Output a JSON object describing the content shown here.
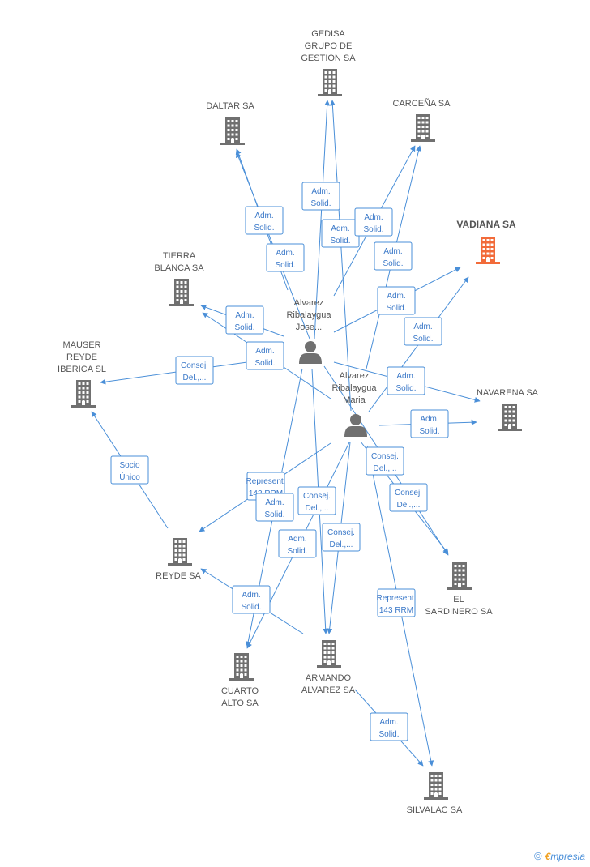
{
  "colors": {
    "edge": "#4a8fd8",
    "building": "#707070",
    "building_highlight": "#f26b3a",
    "person": "#707070"
  },
  "nodes": [
    {
      "id": "gedisa",
      "type": "company",
      "lines": [
        "GEDISA",
        "GRUPO DE",
        "GESTION SA"
      ],
      "highlight": false
    },
    {
      "id": "daltar",
      "type": "company",
      "lines": [
        "DALTAR SA"
      ],
      "highlight": false
    },
    {
      "id": "carcena",
      "type": "company",
      "lines": [
        "CARCEÑA SA"
      ],
      "highlight": false
    },
    {
      "id": "vadiana",
      "type": "company",
      "lines": [
        "VADIANA SA"
      ],
      "highlight": true
    },
    {
      "id": "tierra",
      "type": "company",
      "lines": [
        "TIERRA",
        "BLANCA SA"
      ],
      "highlight": false
    },
    {
      "id": "mauser",
      "type": "company",
      "lines": [
        "MAUSER",
        "REYDE",
        "IBERICA SL"
      ],
      "highlight": false
    },
    {
      "id": "navarena",
      "type": "company",
      "lines": [
        "NAVARENA SA"
      ],
      "highlight": false
    },
    {
      "id": "sardinero",
      "type": "company",
      "lines": [
        "EL",
        "SARDINERO SA"
      ],
      "highlight": false
    },
    {
      "id": "reyde",
      "type": "company",
      "lines": [
        "REYDE SA"
      ],
      "highlight": false
    },
    {
      "id": "cuarto",
      "type": "company",
      "lines": [
        "CUARTO",
        "ALTO SA"
      ],
      "highlight": false
    },
    {
      "id": "armando",
      "type": "company",
      "lines": [
        "ARMANDO",
        "ALVAREZ SA"
      ],
      "highlight": false
    },
    {
      "id": "silvalac",
      "type": "company",
      "lines": [
        "SILVALAC SA"
      ],
      "highlight": false
    },
    {
      "id": "jose",
      "type": "person",
      "lines": [
        "Alvarez",
        "Ribalaygua",
        "Jose..."
      ],
      "highlight": false
    },
    {
      "id": "maria",
      "type": "person",
      "lines": [
        "Alvarez",
        "Ribalaygua",
        "Maria"
      ],
      "highlight": false
    }
  ],
  "edges": [
    {
      "from": "jose",
      "to": "gedisa",
      "lines": [
        "Adm.",
        "Solid."
      ]
    },
    {
      "from": "maria",
      "to": "gedisa",
      "lines": [
        "Adm.",
        "Solid."
      ]
    },
    {
      "from": "jose",
      "to": "daltar",
      "lines": [
        "Adm.",
        "Solid."
      ]
    },
    {
      "from": "maria",
      "to": "daltar",
      "lines": [
        "Adm.",
        "Solid."
      ]
    },
    {
      "from": "jose",
      "to": "carcena",
      "lines": [
        "Adm.",
        "Solid."
      ]
    },
    {
      "from": "maria",
      "to": "carcena",
      "lines": [
        "Adm.",
        "Solid."
      ]
    },
    {
      "from": "jose",
      "to": "vadiana",
      "lines": [
        "Adm.",
        "Solid."
      ]
    },
    {
      "from": "maria",
      "to": "vadiana",
      "lines": [
        "Adm.",
        "Solid."
      ]
    },
    {
      "from": "jose",
      "to": "tierra",
      "lines": [
        "Adm.",
        "Solid."
      ]
    },
    {
      "from": "maria",
      "to": "tierra",
      "lines": [
        "Adm.",
        "Solid."
      ]
    },
    {
      "from": "jose",
      "to": "mauser",
      "lines": [
        "Consej.",
        "Del.,..."
      ]
    },
    {
      "from": "jose",
      "to": "navarena",
      "lines": [
        "Adm.",
        "Solid."
      ]
    },
    {
      "from": "maria",
      "to": "navarena",
      "lines": [
        "Adm.",
        "Solid."
      ]
    },
    {
      "from": "jose",
      "to": "sardinero",
      "lines": [
        "Consej.",
        "Del.,..."
      ]
    },
    {
      "from": "maria",
      "to": "sardinero",
      "lines": [
        "Consej.",
        "Del.,..."
      ]
    },
    {
      "from": "reyde",
      "to": "mauser",
      "lines": [
        "Socio",
        "Único"
      ]
    },
    {
      "from": "maria",
      "to": "reyde",
      "lines": [
        "Represent.",
        "143 RRM"
      ]
    },
    {
      "from": "armando",
      "to": "reyde",
      "lines": [
        "Adm.",
        "Solid."
      ]
    },
    {
      "from": "jose",
      "to": "cuarto",
      "lines": [
        "Adm.",
        "Solid."
      ]
    },
    {
      "from": "maria",
      "to": "cuarto",
      "lines": [
        "Adm.",
        "Solid."
      ]
    },
    {
      "from": "jose",
      "to": "armando",
      "lines": [
        "Consej.",
        "Del.,..."
      ]
    },
    {
      "from": "maria",
      "to": "armando",
      "lines": [
        "Consej.",
        "Del.,..."
      ]
    },
    {
      "from": "maria",
      "to": "silvalac",
      "lines": [
        "Represent.",
        "143 RRM"
      ]
    },
    {
      "from": "armando",
      "to": "silvalac",
      "lines": [
        "Adm.",
        "Solid."
      ]
    }
  ],
  "footer": {
    "copyright": "©",
    "brand_first": "€",
    "brand_rest": "mpresia"
  }
}
